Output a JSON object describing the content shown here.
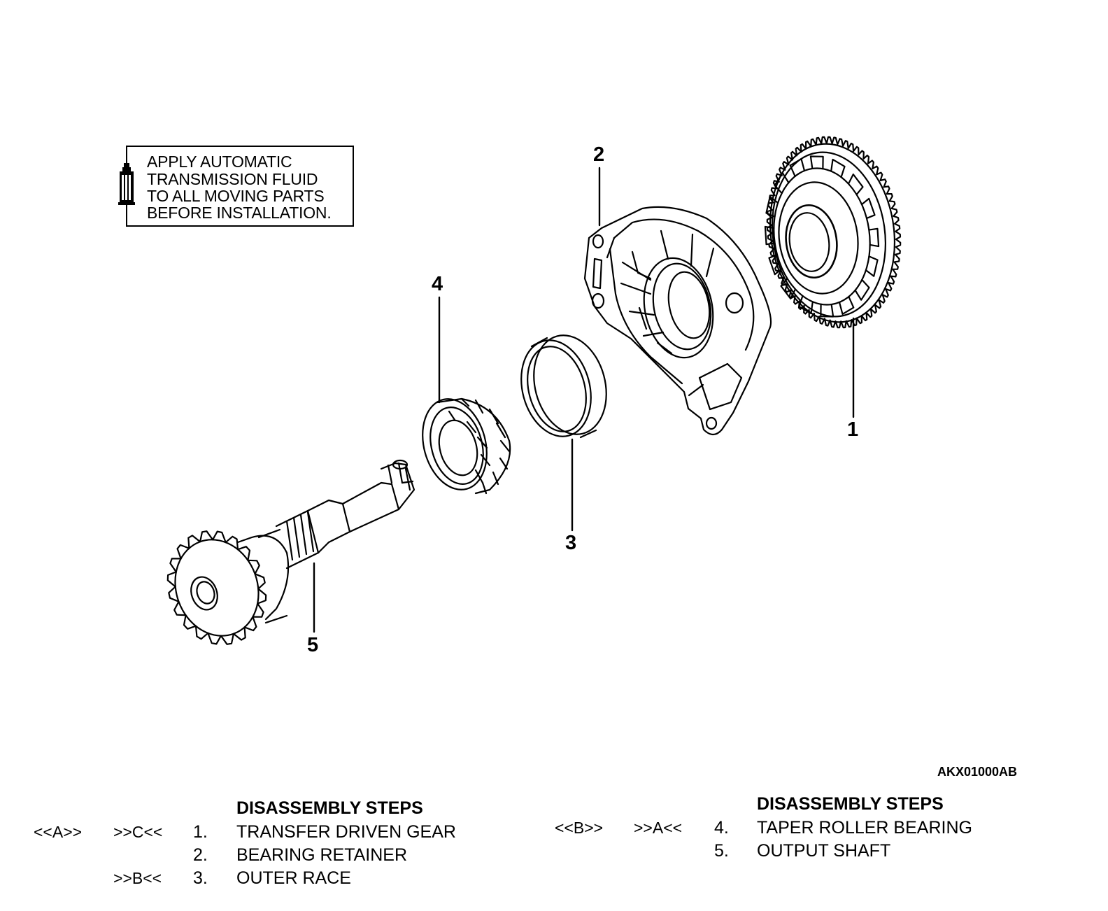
{
  "note": {
    "icon": "oil-bottle-icon",
    "lines": [
      "APPLY AUTOMATIC",
      "TRANSMISSION FLUID",
      "TO ALL MOVING PARTS",
      "BEFORE INSTALLATION."
    ]
  },
  "callouts": [
    "1",
    "2",
    "3",
    "4",
    "5"
  ],
  "figure_id": "AKX01000AB",
  "steps_left": {
    "title": "DISASSEMBLY STEPS",
    "rows": [
      {
        "removal": "<<A>>",
        "install": ">>C<<",
        "num": "1.",
        "name": "TRANSFER DRIVEN GEAR"
      },
      {
        "removal": "",
        "install": "",
        "num": "2.",
        "name": "BEARING RETAINER"
      },
      {
        "removal": "",
        "install": ">>B<<",
        "num": "3.",
        "name": "OUTER RACE"
      }
    ]
  },
  "steps_right": {
    "title": "DISASSEMBLY STEPS",
    "rows": [
      {
        "removal": "<<B>>",
        "install": ">>A<<",
        "num": "4.",
        "name": "TAPER ROLLER BEARING"
      },
      {
        "removal": "",
        "install": "",
        "num": "5.",
        "name": "OUTPUT SHAFT"
      }
    ]
  }
}
